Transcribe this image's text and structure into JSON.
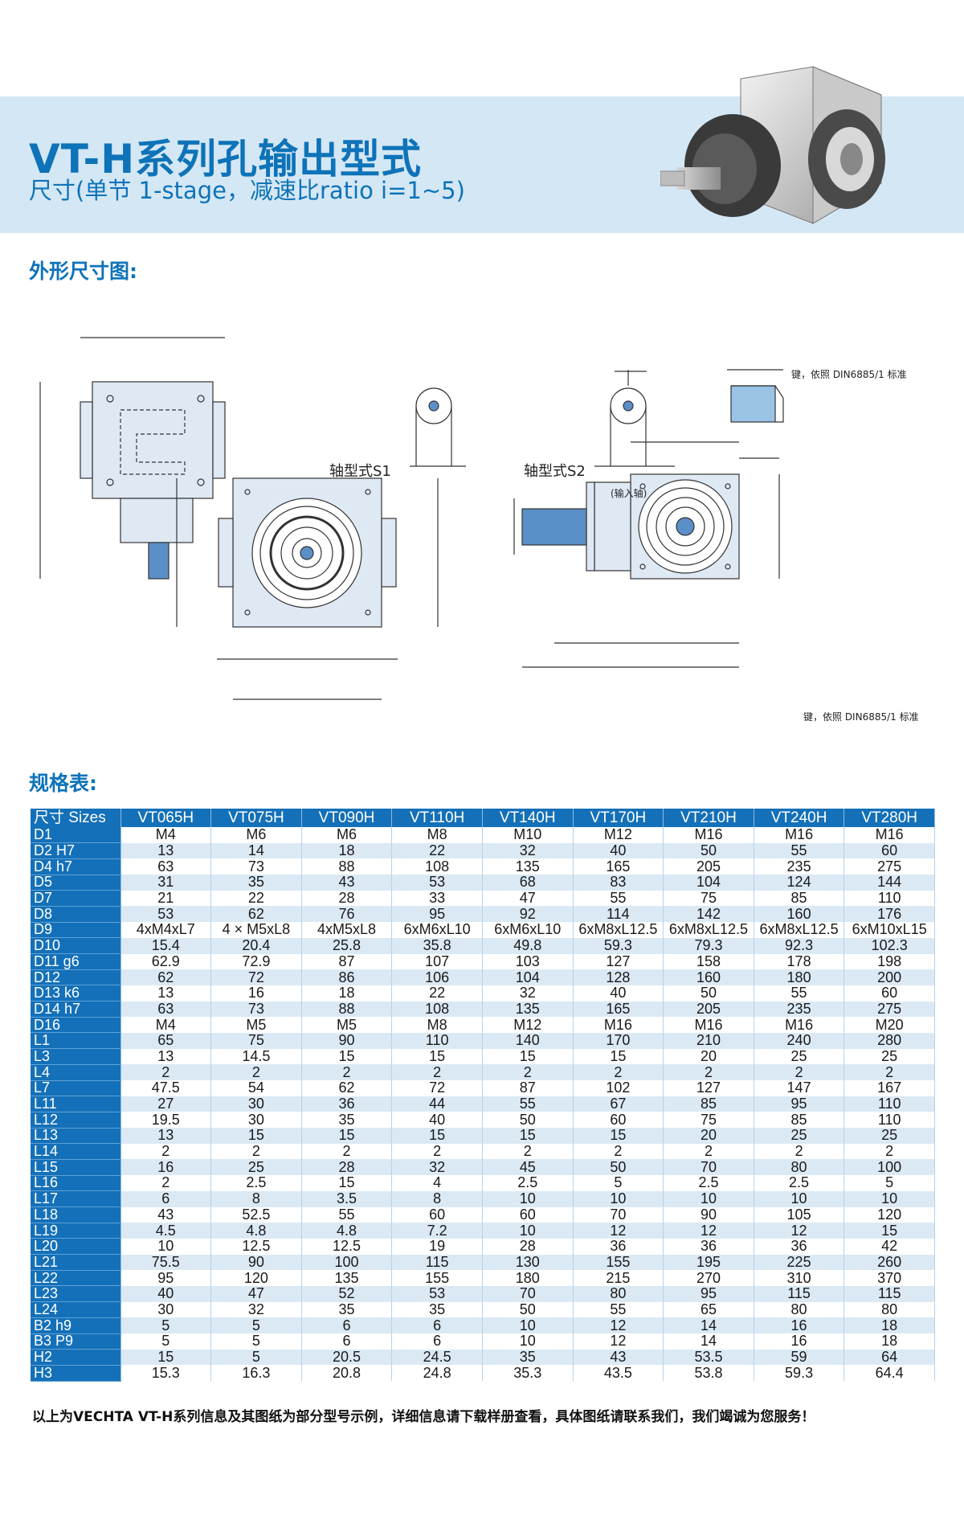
{
  "header": {
    "title": "VT-H系列孔输出型式",
    "subtitle": "尺寸(单节 1-stage，减速比ratio i=1~5)"
  },
  "sections": {
    "outline": "外形尺寸图:",
    "specs": "规格表:"
  },
  "drawing": {
    "shaft_s1": "轴型式S1",
    "shaft_s2": "轴型式S2",
    "input_shaft": "(输入轴)",
    "key_note": "键，依照 DIN6885/1 标准"
  },
  "table": {
    "header_label": "尺寸 Sizes",
    "models": [
      "VT065H",
      "VT075H",
      "VT090H",
      "VT110H",
      "VT140H",
      "VT170H",
      "VT210H",
      "VT240H",
      "VT280H"
    ],
    "rows": [
      {
        "label": "D1",
        "values": [
          "M4",
          "M6",
          "M6",
          "M8",
          "M10",
          "M12",
          "M16",
          "M16",
          "M16"
        ]
      },
      {
        "label": "D2 H7",
        "values": [
          "13",
          "14",
          "18",
          "22",
          "32",
          "40",
          "50",
          "55",
          "60"
        ]
      },
      {
        "label": "D4 h7",
        "values": [
          "63",
          "73",
          "88",
          "108",
          "135",
          "165",
          "205",
          "235",
          "275"
        ]
      },
      {
        "label": "D5",
        "values": [
          "31",
          "35",
          "43",
          "53",
          "68",
          "83",
          "104",
          "124",
          "144"
        ]
      },
      {
        "label": "D7",
        "values": [
          "21",
          "22",
          "28",
          "33",
          "47",
          "55",
          "75",
          "85",
          "110"
        ]
      },
      {
        "label": "D8",
        "values": [
          "53",
          "62",
          "76",
          "95",
          "92",
          "114",
          "142",
          "160",
          "176"
        ]
      },
      {
        "label": "D9",
        "values": [
          "4xM4xL7",
          "4 × M5xL8",
          "4xM5xL8",
          "6xM6xL10",
          "6xM6xL10",
          "6xM8xL12.5",
          "6xM8xL12.5",
          "6xM8xL12.5",
          "6xM10xL15"
        ]
      },
      {
        "label": "D10",
        "values": [
          "15.4",
          "20.4",
          "25.8",
          "35.8",
          "49.8",
          "59.3",
          "79.3",
          "92.3",
          "102.3"
        ]
      },
      {
        "label": "D11 g6",
        "values": [
          "62.9",
          "72.9",
          "87",
          "107",
          "103",
          "127",
          "158",
          "178",
          "198"
        ]
      },
      {
        "label": "D12",
        "values": [
          "62",
          "72",
          "86",
          "106",
          "104",
          "128",
          "160",
          "180",
          "200"
        ]
      },
      {
        "label": "D13 k6",
        "values": [
          "13",
          "16",
          "18",
          "22",
          "32",
          "40",
          "50",
          "55",
          "60"
        ]
      },
      {
        "label": "D14 h7",
        "values": [
          "63",
          "73",
          "88",
          "108",
          "135",
          "165",
          "205",
          "235",
          "275"
        ]
      },
      {
        "label": "D16",
        "values": [
          "M4",
          "M5",
          "M5",
          "M8",
          "M12",
          "M16",
          "M16",
          "M16",
          "M20"
        ]
      },
      {
        "label": "L1",
        "values": [
          "65",
          "75",
          "90",
          "110",
          "140",
          "170",
          "210",
          "240",
          "280"
        ]
      },
      {
        "label": "L3",
        "values": [
          "13",
          "14.5",
          "15",
          "15",
          "15",
          "15",
          "20",
          "25",
          "25"
        ]
      },
      {
        "label": "L4",
        "values": [
          "2",
          "2",
          "2",
          "2",
          "2",
          "2",
          "2",
          "2",
          "2"
        ]
      },
      {
        "label": "L7",
        "values": [
          "47.5",
          "54",
          "62",
          "72",
          "87",
          "102",
          "127",
          "147",
          "167"
        ]
      },
      {
        "label": "L11",
        "values": [
          "27",
          "30",
          "36",
          "44",
          "55",
          "67",
          "85",
          "95",
          "110"
        ]
      },
      {
        "label": "L12",
        "values": [
          "19.5",
          "30",
          "35",
          "40",
          "50",
          "60",
          "75",
          "85",
          "110"
        ]
      },
      {
        "label": "L13",
        "values": [
          "13",
          "15",
          "15",
          "15",
          "15",
          "15",
          "20",
          "25",
          "25"
        ]
      },
      {
        "label": "L14",
        "values": [
          "2",
          "2",
          "2",
          "2",
          "2",
          "2",
          "2",
          "2",
          "2"
        ]
      },
      {
        "label": "L15",
        "values": [
          "16",
          "25",
          "28",
          "32",
          "45",
          "50",
          "70",
          "80",
          "100"
        ]
      },
      {
        "label": "L16",
        "values": [
          "2",
          "2.5",
          "15",
          "4",
          "2.5",
          "5",
          "2.5",
          "2.5",
          "5"
        ]
      },
      {
        "label": "L17",
        "values": [
          "6",
          "8",
          "3.5",
          "8",
          "10",
          "10",
          "10",
          "10",
          "10"
        ]
      },
      {
        "label": "L18",
        "values": [
          "43",
          "52.5",
          "55",
          "60",
          "60",
          "70",
          "90",
          "105",
          "120"
        ]
      },
      {
        "label": "L19",
        "values": [
          "4.5",
          "4.8",
          "4.8",
          "7.2",
          "10",
          "12",
          "12",
          "12",
          "15"
        ]
      },
      {
        "label": "L20",
        "values": [
          "10",
          "12.5",
          "12.5",
          "19",
          "28",
          "36",
          "36",
          "36",
          "42"
        ]
      },
      {
        "label": "L21",
        "values": [
          "75.5",
          "90",
          "100",
          "115",
          "130",
          "155",
          "195",
          "225",
          "260"
        ]
      },
      {
        "label": "L22",
        "values": [
          "95",
          "120",
          "135",
          "155",
          "180",
          "215",
          "270",
          "310",
          "370"
        ]
      },
      {
        "label": "L23",
        "values": [
          "40",
          "47",
          "52",
          "53",
          "70",
          "80",
          "95",
          "115",
          "115"
        ]
      },
      {
        "label": "L24",
        "values": [
          "30",
          "32",
          "35",
          "35",
          "50",
          "55",
          "65",
          "80",
          "80"
        ]
      },
      {
        "label": "B2 h9",
        "values": [
          "5",
          "5",
          "6",
          "6",
          "10",
          "12",
          "14",
          "16",
          "18"
        ]
      },
      {
        "label": "B3 P9",
        "values": [
          "5",
          "5",
          "6",
          "6",
          "10",
          "12",
          "14",
          "16",
          "18"
        ]
      },
      {
        "label": "H2",
        "values": [
          "15",
          "5",
          "20.5",
          "24.5",
          "35",
          "43",
          "53.5",
          "59",
          "64"
        ]
      },
      {
        "label": "H3",
        "values": [
          "15.3",
          "16.3",
          "20.8",
          "24.8",
          "35.3",
          "43.5",
          "53.8",
          "59.3",
          "64.4"
        ]
      }
    ]
  },
  "footer": "以上为VECHTA VT-H系列信息及其图纸为部分型号示例，详细信息请下载样册查看，具体图纸请联系我们，我们竭诚为您服务！"
}
